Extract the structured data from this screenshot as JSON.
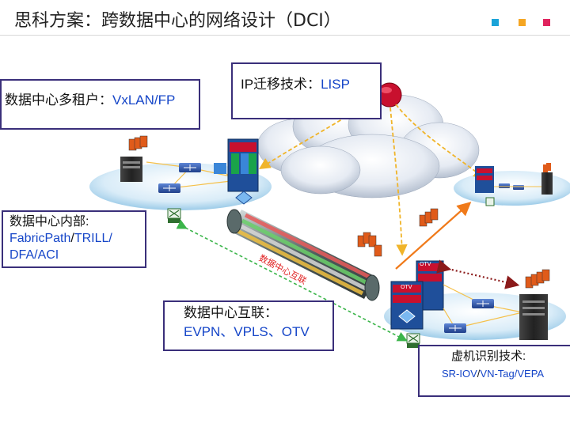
{
  "header": {
    "title": "思科方案：跨数据中心的网络设计（DCI）",
    "dots": [
      "#1aa3d8",
      "#f5a623",
      "#e0245e"
    ]
  },
  "callouts": {
    "multitenant": {
      "label": "数据中心多租户：",
      "tech": "VxLAN/FP"
    },
    "ip_mobility": {
      "label": "IP迁移技术：",
      "tech": "LISP"
    },
    "intra_dc": {
      "label": "数据中心内部:",
      "line2_a": "FabricPath",
      "line2_sep": "/",
      "line2_b": "TRILL/",
      "line3": "DFA/ACI"
    },
    "inter_dc": {
      "label": "数据中心互联：",
      "tech": "EVPN、VPLS、OTV"
    },
    "vm_aware": {
      "label": "虚机识别技术:",
      "tech_a": "SR-IOV",
      "tech_sep": "/",
      "tech_b": "VN-Tag/VEPA"
    }
  },
  "diagram": {
    "tunnel_label": "数据中心互联",
    "otv_label_1": "OTV",
    "otv_label_2": "OTV"
  },
  "colors": {
    "box_border": "#3a2f7a",
    "tech_blue": "#1646c8",
    "arrow_yellow": "#f0b429",
    "arrow_orange": "#f07a1a",
    "arrow_green": "#3bb54a",
    "arrow_darkred": "#8b1a1a"
  }
}
